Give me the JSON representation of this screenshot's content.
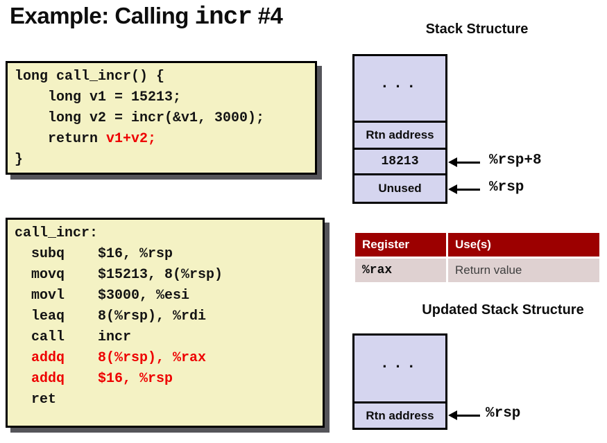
{
  "slide_title": {
    "prefix": "Example: Calling ",
    "code": "incr",
    "suffix": " #4"
  },
  "c_code": {
    "lines": [
      {
        "text": "long call_incr() {"
      },
      {
        "text": "    long v1 = 15213;"
      },
      {
        "text": "    long v2 = incr(&v1, 3000);"
      },
      {
        "text": "    return ",
        "red_text": "v1+v2;"
      },
      {
        "text": "}"
      }
    ]
  },
  "asm_code": {
    "label": "call_incr",
    "lines": [
      {
        "text": "call_incr:",
        "red": false
      },
      {
        "text": "  subq    $16, %rsp",
        "red": false
      },
      {
        "text": "  movq    $15213, 8(%rsp)",
        "red": false
      },
      {
        "text": "  movl    $3000, %esi",
        "red": false
      },
      {
        "text": "  leaq    8(%rsp), %rdi",
        "red": false
      },
      {
        "text": "  call    incr",
        "red": false
      },
      {
        "text": "  addq    8(%rsp), %rax",
        "red": true
      },
      {
        "text": "  addq    $16, %rsp",
        "red": true
      },
      {
        "text": "  ret",
        "red": false
      }
    ]
  },
  "stack_structure": {
    "heading": "Stack Structure",
    "cells": [
      {
        "label": "..."
      },
      {
        "label": "Rtn address"
      },
      {
        "label": "18213"
      },
      {
        "label": "Unused"
      }
    ],
    "pointers": [
      {
        "label": "%rsp+8"
      },
      {
        "label": "%rsp"
      }
    ]
  },
  "updated_stack": {
    "heading": "Updated Stack Structure",
    "cells": [
      {
        "label": "..."
      },
      {
        "label": "Rtn address"
      }
    ],
    "pointers": [
      {
        "label": "%rsp"
      }
    ]
  },
  "register_table": {
    "headers": [
      "Register",
      "Use(s)"
    ],
    "rows": [
      {
        "register": "%rax",
        "use": "Return value"
      }
    ]
  },
  "colors": {
    "code_bg": "#F4F2C4",
    "stack_fill": "#D5D5EF",
    "table_header_bg": "#9C0000",
    "table_header_text": "#FFFFFF",
    "table_row_bg": "#DFD1D1",
    "code_red": "#EE0000",
    "shadow": "#55555A",
    "text": "#111111"
  }
}
